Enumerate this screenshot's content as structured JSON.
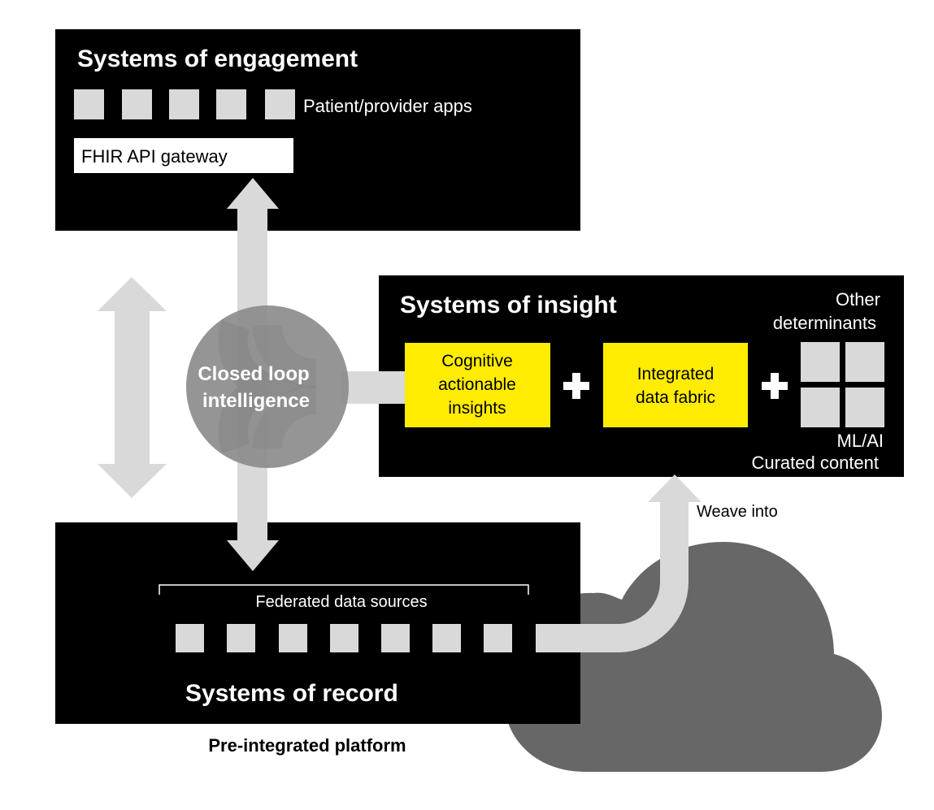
{
  "engagement": {
    "title": "Systems of engagement",
    "apps_label": "Patient/provider apps",
    "app_count": 5,
    "gateway_label": "FHIR API gateway"
  },
  "loop": {
    "line1": "Closed loop",
    "line2": "intelligence"
  },
  "insight": {
    "title": "Systems of insight",
    "cognitive": [
      "Cognitive",
      "actionable",
      "insights"
    ],
    "fabric": [
      "Integrated",
      "data fabric"
    ],
    "plus": "+",
    "other_line1": "Other",
    "other_line2": "determinants",
    "ml_label": "ML/AI",
    "curated_label": "Curated content"
  },
  "record": {
    "title": "Systems of record",
    "federated_label": "Federated data sources",
    "source_count": 7
  },
  "weave_label": "Weave into",
  "platform_label": "Pre-integrated platform",
  "colors": {
    "box": "#000000",
    "highlight": "#ffec00",
    "arrow": "#d9d9d9",
    "cloud": "#676767",
    "circle": "#8c8c8c"
  }
}
